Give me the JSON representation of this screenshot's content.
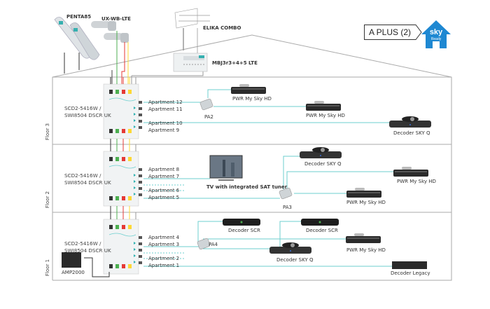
{
  "top": {
    "dishes_label": "PENTA85",
    "lnb_label": "UX-WB-LTE",
    "antenna_label": "ELIKA COMBO",
    "amplifier_label": "MBJ3r3+4+5 LTE",
    "energy_badge": "A PLUS (2)",
    "sky_logo": {
      "brand": "sky",
      "subtitle": "Ready",
      "color": "#1e88d2"
    }
  },
  "colors": {
    "cable": "#6ccfcf",
    "frame": "#aaaaaa",
    "cable_black": "#444444",
    "cable_green": "#4caf50",
    "cable_red": "#e53935",
    "cable_yellow": "#fdd835"
  },
  "floors": [
    {
      "name": "Floor 3",
      "switch_model": [
        "SCD2-5416W /",
        "SWI8504 DSCR UK"
      ],
      "apartments": [
        "Apartment 12",
        "Apartment 11",
        "Apartment 10",
        "Apartment 9"
      ],
      "splitter": "PA2",
      "devices": [
        "PWR My Sky HD",
        "PWR My Sky HD",
        "Decoder SKY Q"
      ]
    },
    {
      "name": "Floor 2",
      "switch_model": [
        "SCD2-5416W /",
        "SWI8504 DSCR UK"
      ],
      "apartments": [
        "Apartment 8",
        "Apartment 7",
        "Apartment 6",
        "Apartment 5"
      ],
      "splitter": "PA3",
      "devices": [
        "TV with integrated SAT tuner",
        "Decoder SKY Q",
        "PWR My Sky HD",
        "PWR My Sky HD"
      ]
    },
    {
      "name": "Floor 1",
      "switch_model": [
        "SCD2-5416W /",
        "SWI8504 DSCR UK"
      ],
      "apartments": [
        "Apartment 4",
        "Apartment 3",
        "Apartment 2",
        "Apartment 1"
      ],
      "splitter": "PA4",
      "amp_label": "AMP2000",
      "devices": [
        "Decoder SCR",
        "Decoder SCR",
        "PWR My Sky HD",
        "Decoder SKY Q",
        "Decoder Legacy"
      ]
    }
  ]
}
